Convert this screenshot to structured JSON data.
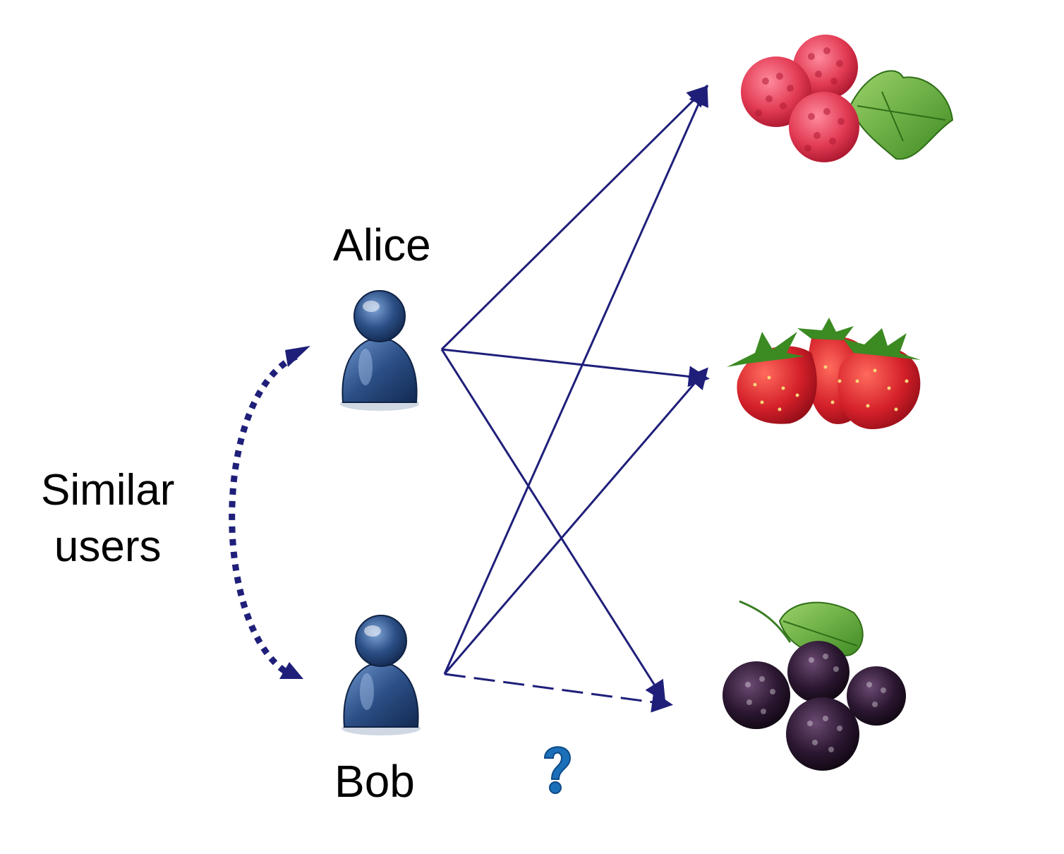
{
  "users": {
    "alice": {
      "label": "Alice"
    },
    "bob": {
      "label": "Bob"
    }
  },
  "relation": {
    "label": "Similar\nusers"
  },
  "items": [
    {
      "name": "raspberries",
      "icon": "raspberry-icon"
    },
    {
      "name": "strawberries",
      "icon": "strawberry-icon"
    },
    {
      "name": "blackberries",
      "icon": "blackberry-icon"
    }
  ],
  "edges": [
    {
      "from": "alice",
      "to": "raspberries",
      "style": "solid"
    },
    {
      "from": "alice",
      "to": "strawberries",
      "style": "solid"
    },
    {
      "from": "alice",
      "to": "blackberries",
      "style": "solid"
    },
    {
      "from": "bob",
      "to": "raspberries",
      "style": "solid"
    },
    {
      "from": "bob",
      "to": "strawberries",
      "style": "solid"
    },
    {
      "from": "bob",
      "to": "blackberries",
      "style": "dashed"
    }
  ],
  "unknown_marker": "question-mark-icon",
  "colors": {
    "arrow": "#1f1f7a",
    "user_body": "#2b4f86",
    "raspberry": "#e23b54",
    "strawberry": "#d4202a",
    "blackberry": "#2a1630",
    "leaf": "#4e9a2e",
    "question": "#1b6fb8"
  }
}
